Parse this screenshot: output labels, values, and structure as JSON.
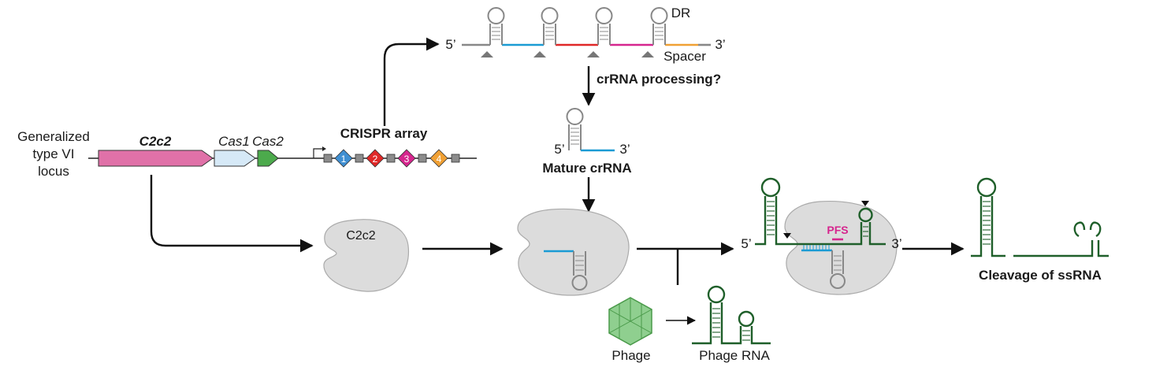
{
  "locus": {
    "label_lines": [
      "Generalized",
      "type VI",
      "locus"
    ],
    "genes": [
      {
        "name": "C2c2",
        "color": "#e071a8"
      },
      {
        "name": "Cas1",
        "color": "#d6e9f7"
      },
      {
        "name": "Cas2",
        "color": "#4caa4c"
      }
    ]
  },
  "crispr_array": {
    "label": "CRISPR array",
    "spacers": [
      {
        "number": "1",
        "color": "#3f8fd2"
      },
      {
        "number": "2",
        "color": "#e02828"
      },
      {
        "number": "3",
        "color": "#d6268e"
      },
      {
        "number": "4",
        "color": "#f0a034"
      }
    ]
  },
  "transcript": {
    "five_prime": "5’",
    "three_prime": "3’",
    "dr_label": "DR",
    "spacer_label": "Spacer",
    "spacer_colors": [
      "#1a9bd4",
      "#e02828",
      "#d6268e",
      "#f0a034"
    ]
  },
  "processing": {
    "label": "crRNA processing?"
  },
  "mature_crrna": {
    "label": "Mature crRNA",
    "five_prime": "5’",
    "three_prime": "3’"
  },
  "protein": {
    "label": "C2c2",
    "color": "#dcdcdc"
  },
  "target": {
    "five_prime": "5’",
    "three_prime": "3’",
    "pfs_label": "PFS",
    "pfs_color": "#d6268e",
    "rna_color": "#1f5f2a"
  },
  "phage": {
    "label": "Phage",
    "rna_label": "Phage RNA",
    "color": "#8fcf8f"
  },
  "cleavage": {
    "label": "Cleavage of ssRNA"
  }
}
